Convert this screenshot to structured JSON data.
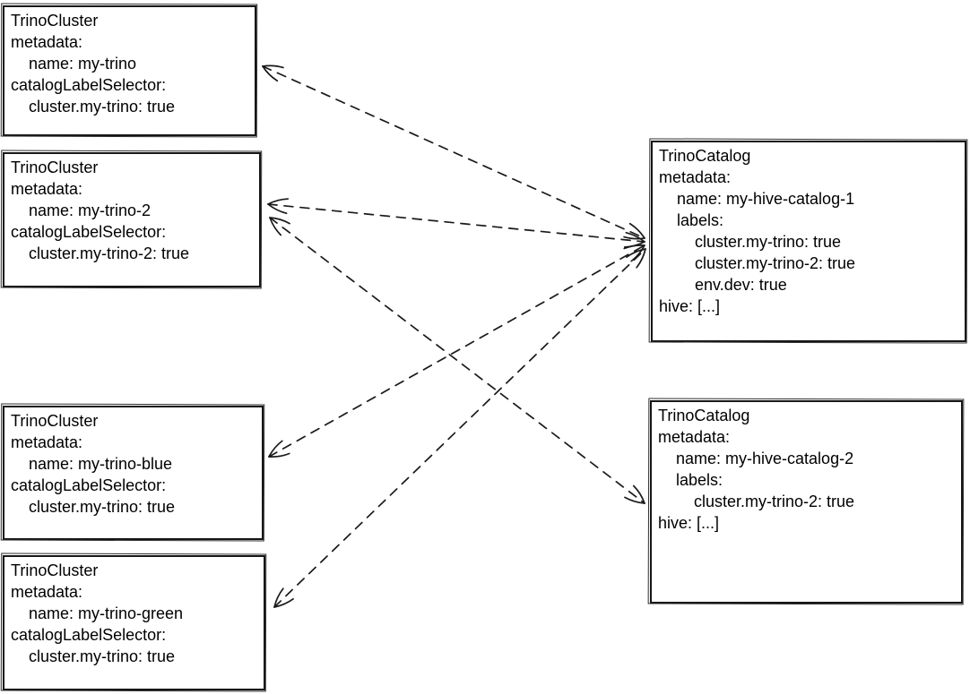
{
  "diagram": {
    "nodes": [
      {
        "lines": [
          "TrinoCluster",
          "metadata:",
          "    name: my-trino",
          "catalogLabelSelector:",
          "    cluster.my-trino: true"
        ]
      },
      {
        "lines": [
          "TrinoCluster",
          "metadata:",
          "    name: my-trino-2",
          "catalogLabelSelector:",
          "    cluster.my-trino-2: true"
        ]
      },
      {
        "lines": [
          "TrinoCluster",
          "metadata:",
          "    name: my-trino-blue",
          "catalogLabelSelector:",
          "    cluster.my-trino: true"
        ]
      },
      {
        "lines": [
          "TrinoCluster",
          "metadata:",
          "    name: my-trino-green",
          "catalogLabelSelector:",
          "    cluster.my-trino: true"
        ]
      },
      {
        "lines": [
          "TrinoCatalog",
          "metadata:",
          "    name: my-hive-catalog-1",
          "    labels:",
          "        cluster.my-trino: true",
          "        cluster.my-trino-2: true",
          "        env.dev: true",
          "hive: [...]"
        ]
      },
      {
        "lines": [
          "TrinoCatalog",
          "metadata:",
          "    name: my-hive-catalog-2",
          "    labels:",
          "        cluster.my-trino-2: true",
          "hive: [...]"
        ]
      }
    ],
    "edges": [
      {
        "from": "my-trino",
        "to": "my-hive-catalog-1",
        "bidirectional": true,
        "style": "dashed"
      },
      {
        "from": "my-trino-2",
        "to": "my-hive-catalog-1",
        "bidirectional": true,
        "style": "dashed"
      },
      {
        "from": "my-trino-2",
        "to": "my-hive-catalog-2",
        "bidirectional": true,
        "style": "dashed"
      },
      {
        "from": "my-trino-blue",
        "to": "my-hive-catalog-1",
        "bidirectional": true,
        "style": "dashed"
      },
      {
        "from": "my-trino-green",
        "to": "my-hive-catalog-1",
        "bidirectional": true,
        "style": "dashed"
      }
    ],
    "edge_style": {
      "color": "#1a1a1a",
      "background": "#ffffff"
    }
  }
}
